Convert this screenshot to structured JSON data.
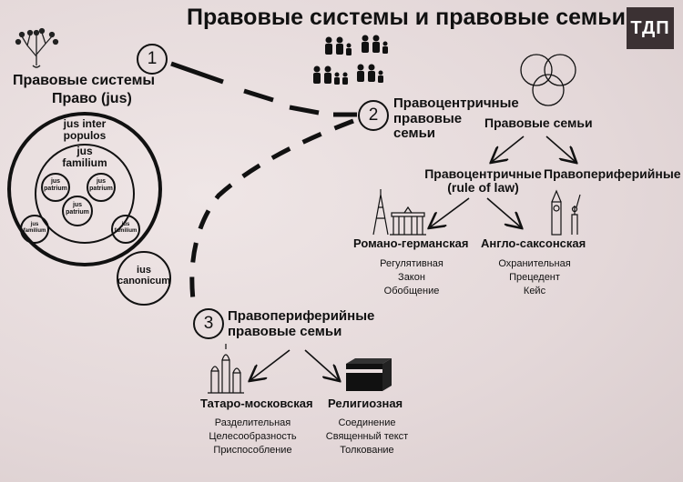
{
  "title": "Правовые системы и правовые семьи",
  "logo_text": "ТДП",
  "steps": {
    "one": "1",
    "two": "2",
    "three": "3"
  },
  "left": {
    "heading": "Правовые системы",
    "subheading": "Право (jus)",
    "inter_populos": "jus inter populos",
    "familium": "jus familium",
    "patrium": "jus patrium",
    "canonicum": "ius canonicum"
  },
  "center": {
    "pravocentric_heading": "Правоцентричные правовые семьи",
    "pravoperipheral_heading": "Правопериферийные правовые семьи"
  },
  "right": {
    "families": "Правовые семьи",
    "pravocentric": "Правоцентричные (rule of law)",
    "pravoperipheral": "Правопериферийные",
    "romano": "Романо-германская",
    "anglo": "Англо-саксонская",
    "romano_items": [
      "Регулятивная",
      "Закон",
      "Обобщение"
    ],
    "anglo_items": [
      "Охранительная",
      "Прецедент",
      "Кейс"
    ]
  },
  "bottom": {
    "tataro": "Татаро-московская",
    "religious": "Религиозная",
    "tataro_items": [
      "Разделительная",
      "Целесообразность",
      "Приспособление"
    ],
    "religious_items": [
      "Соединение",
      "Священный текст",
      "Толкование"
    ]
  },
  "colors": {
    "background": "#e9dedf",
    "ink": "#111111",
    "logo_bg": "#3b3133"
  }
}
